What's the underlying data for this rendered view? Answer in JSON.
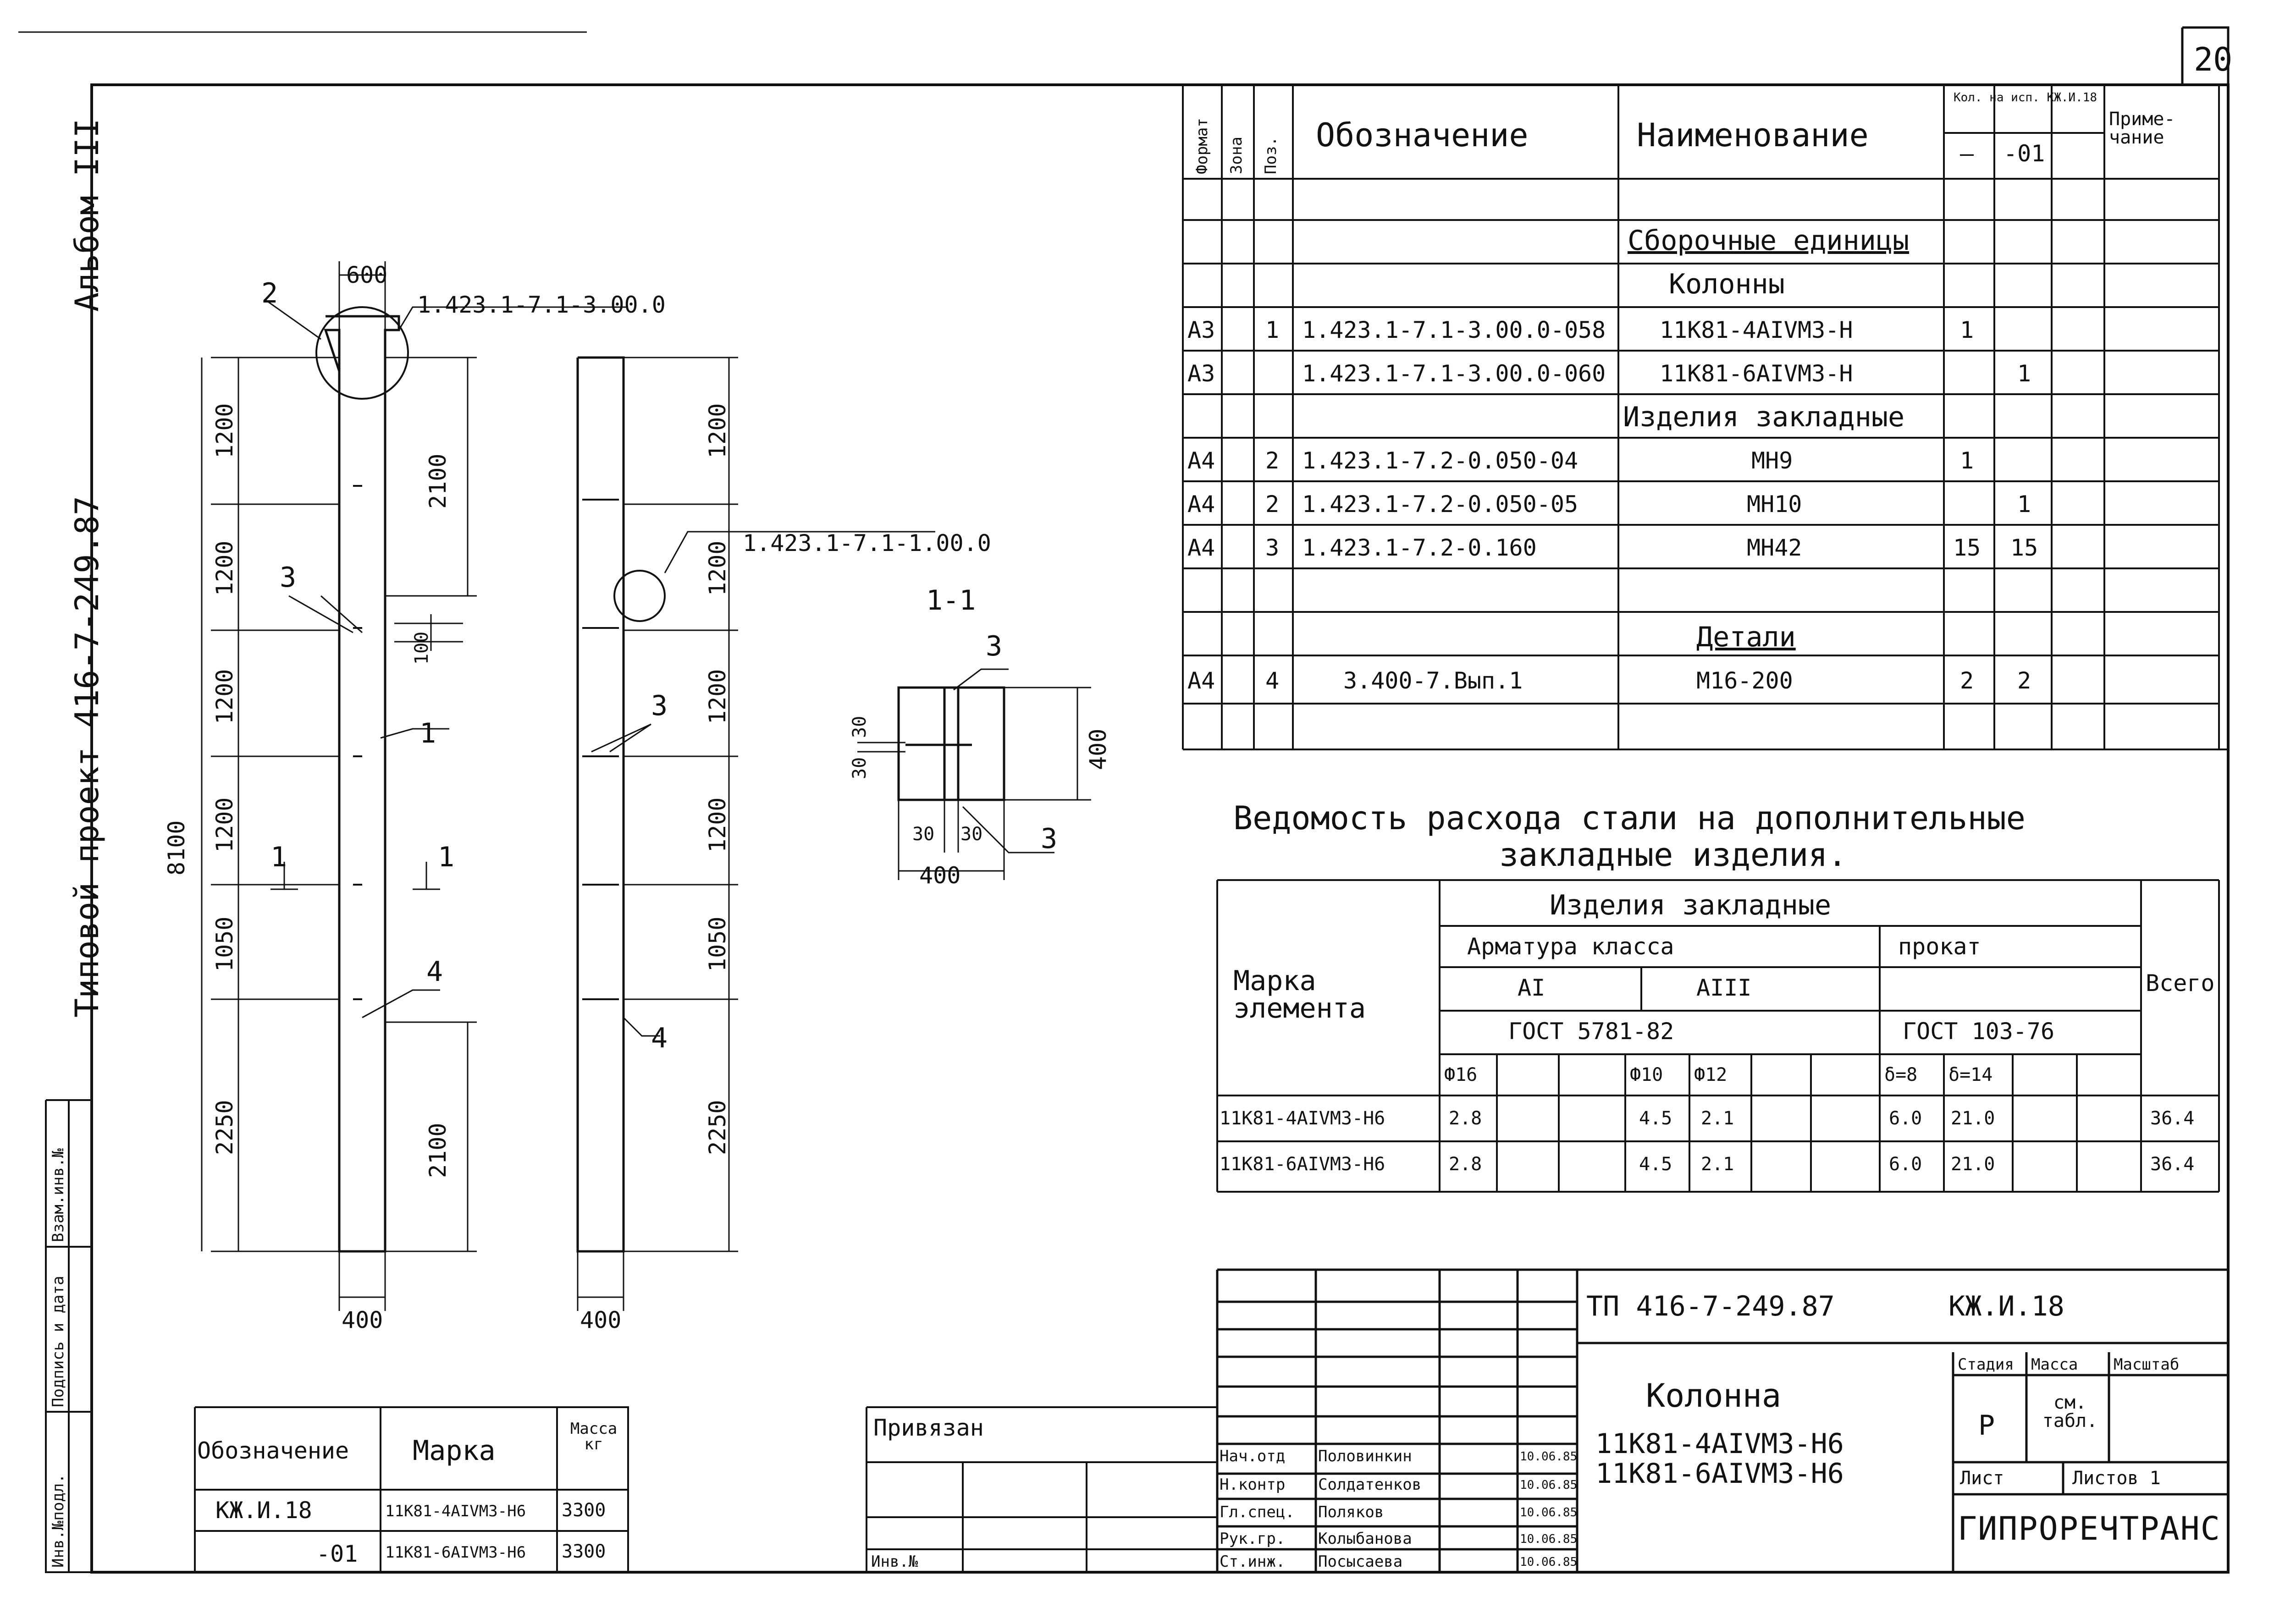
{
  "sheet_number": "20",
  "side_stamp": {
    "album": "Альбом III",
    "project": "Типовой проект 416-7-249.87",
    "inv_orig": "Инв.№подл.",
    "sign_date": "Подпись и дата",
    "inv_repl": "Взам.инв.№"
  },
  "drawing": {
    "section_title": "1-1",
    "column_ref": "1.423.1-7.1-3.00.0",
    "node_ref": "1.423.1-7.1-1.00.0",
    "total_height": "8100",
    "width_top": "600",
    "width_bottom": "400",
    "segments": [
      "1200",
      "1200",
      "1200",
      "1200",
      "1050",
      "2250"
    ],
    "right_dims": [
      "2100",
      "2100"
    ],
    "small_dim": "100",
    "section_dims": {
      "height": "400",
      "width": "400",
      "a": "30",
      "b": "30",
      "c": "30",
      "d": "30"
    },
    "markers": {
      "p1": "1",
      "p2": "2",
      "p3": "3",
      "p4": "4",
      "cut": "1"
    }
  },
  "spec": {
    "headers": {
      "format": "Формат",
      "zone": "Зона",
      "pos": "Поз.",
      "designation": "Обозначение",
      "name": "Наименование",
      "qty": "Кол. на исп. КЖ.И.18",
      "qty_a": "–",
      "qty_b": "-01",
      "note": "Приме-чание"
    },
    "rows": [
      {
        "format": "",
        "pos": "",
        "designation": "",
        "name": "Сборочные единицы",
        "qa": "",
        "qb": ""
      },
      {
        "format": "",
        "pos": "",
        "designation": "",
        "name": "Колонны",
        "qa": "",
        "qb": ""
      },
      {
        "format": "А3",
        "pos": "1",
        "designation": "1.423.1-7.1-3.00.0-058",
        "name": "11К81-4АIVМ3-Н",
        "qa": "1",
        "qb": ""
      },
      {
        "format": "А3",
        "pos": "",
        "designation": "1.423.1-7.1-3.00.0-060",
        "name": "11К81-6АIVМ3-Н",
        "qa": "",
        "qb": "1"
      },
      {
        "format": "",
        "pos": "",
        "designation": "",
        "name": "Изделия закладные",
        "qa": "",
        "qb": ""
      },
      {
        "format": "А4",
        "pos": "2",
        "designation": "1.423.1-7.2-0.050-04",
        "name": "МН9",
        "qa": "1",
        "qb": ""
      },
      {
        "format": "А4",
        "pos": "2",
        "designation": "1.423.1-7.2-0.050-05",
        "name": "МН10",
        "qa": "",
        "qb": "1"
      },
      {
        "format": "А4",
        "pos": "3",
        "designation": "1.423.1-7.2-0.160",
        "name": "МН42",
        "qa": "15",
        "qb": "15"
      },
      {
        "format": "",
        "pos": "",
        "designation": "",
        "name": "",
        "qa": "",
        "qb": ""
      },
      {
        "format": "",
        "pos": "",
        "designation": "",
        "name": "Детали",
        "qa": "",
        "qb": ""
      },
      {
        "format": "А4",
        "pos": "4",
        "designation": "3.400-7.Вып.1",
        "name": "М16-200",
        "qa": "2",
        "qb": "2"
      }
    ]
  },
  "steel": {
    "title_line1": "Ведомость расхода стали на дополнительные",
    "title_line2": "закладные изделия.",
    "h_embedded": "Изделия закладные",
    "h_rebar": "Арматура класса",
    "h_rolled": "прокат",
    "h_total": "Всего",
    "h_mark": "Марка элемента",
    "h_a1": "АI",
    "h_a3": "АIII",
    "h_gost1": "ГОСТ 5781-82",
    "h_gost2": "ГОСТ 103-76",
    "cols": [
      "Ф16",
      "",
      "",
      "Ф10",
      "Ф12",
      "",
      "",
      "δ=8",
      "δ=14",
      "",
      ""
    ],
    "rows": [
      {
        "mark": "11К81-4АIVМ3-Н6",
        "v": [
          "2.8",
          "",
          "",
          "4.5",
          "2.1",
          "",
          "",
          "6.0",
          "21.0",
          "",
          ""
        ],
        "total": "36.4"
      },
      {
        "mark": "11К81-6АIVМ3-Н6",
        "v": [
          "2.8",
          "",
          "",
          "4.5",
          "2.1",
          "",
          "",
          "6.0",
          "21.0",
          "",
          ""
        ],
        "total": "36.4"
      }
    ]
  },
  "marks_table": {
    "h_designation": "Обозначение",
    "h_mark": "Марка",
    "h_mass": "Масса кг",
    "rows": [
      {
        "designation": "КЖ.И.18",
        "mark": "11К81-4АIVМ3-Н6",
        "mass": "3300"
      },
      {
        "designation": "-01",
        "mark": "11К81-6АIVМ3-Н6",
        "mass": "3300"
      }
    ]
  },
  "binding": {
    "title": "Привязан",
    "inv": "Инв.№"
  },
  "title_block": {
    "code": "ТП 416-7-249.87",
    "doc": "КЖ.И.18",
    "name": "Колонна",
    "variant1": "11К81-4АIVМ3-Н6",
    "variant2": "11К81-6АIVМ3-Н6",
    "h_stage": "Стадия",
    "h_mass": "Масса",
    "h_scale": "Масштаб",
    "stage": "Р",
    "mass": "см. табл.",
    "h_sheet": "Лист",
    "h_sheets": "Листов 1",
    "org": "ГИПРОРЕЧТРАНС",
    "people": [
      {
        "role": "Нач.отд",
        "name": "Половинкин",
        "date": "10.06.85"
      },
      {
        "role": "Н.контр",
        "name": "Солдатенков",
        "date": "10.06.85"
      },
      {
        "role": "Гл.спец.",
        "name": "Поляков",
        "date": "10.06.85"
      },
      {
        "role": "Рук.гр.",
        "name": "Колыбанова",
        "date": "10.06.85"
      },
      {
        "role": "Ст.инж.",
        "name": "Посысаева",
        "date": "10.06.85"
      }
    ]
  }
}
